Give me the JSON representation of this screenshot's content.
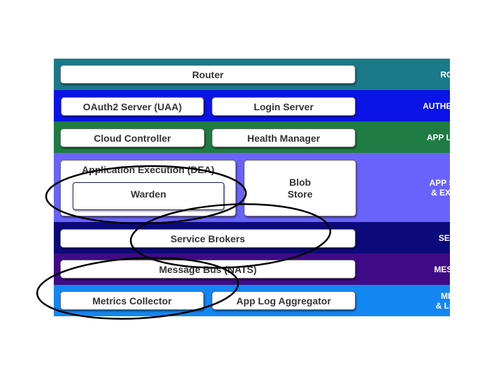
{
  "layers": {
    "routing": {
      "label": "ROUTING",
      "color": "#1a7a8a",
      "router": "Router"
    },
    "authentication": {
      "label": "AUTHENTICATION",
      "color": "#0a14e6",
      "uaa": "OAuth2 Server (UAA)",
      "login": "Login Server"
    },
    "lifecycle": {
      "label": "APP LIFECYCLE",
      "color": "#1e7c42",
      "cloud_controller": "Cloud Controller",
      "health_manager": "Health Manager"
    },
    "storage": {
      "label": "APP STORAGE\n& EXECUTION",
      "color": "#6a63fb",
      "dea": "Application Execution (DEA)",
      "warden": "Warden",
      "blob": "Blob\nStore"
    },
    "services": {
      "label": "SERVICES",
      "color": "#0c0a7a",
      "brokers": "Service Brokers"
    },
    "messaging": {
      "label": "MESSAGING",
      "color": "#3f0a86",
      "nats": "Message Bus (NATS)"
    },
    "metrics": {
      "label": "METRICS\n& LOGGING",
      "color": "#1486f2",
      "collector": "Metrics Collector",
      "aggregator": "App Log Aggregator"
    }
  }
}
